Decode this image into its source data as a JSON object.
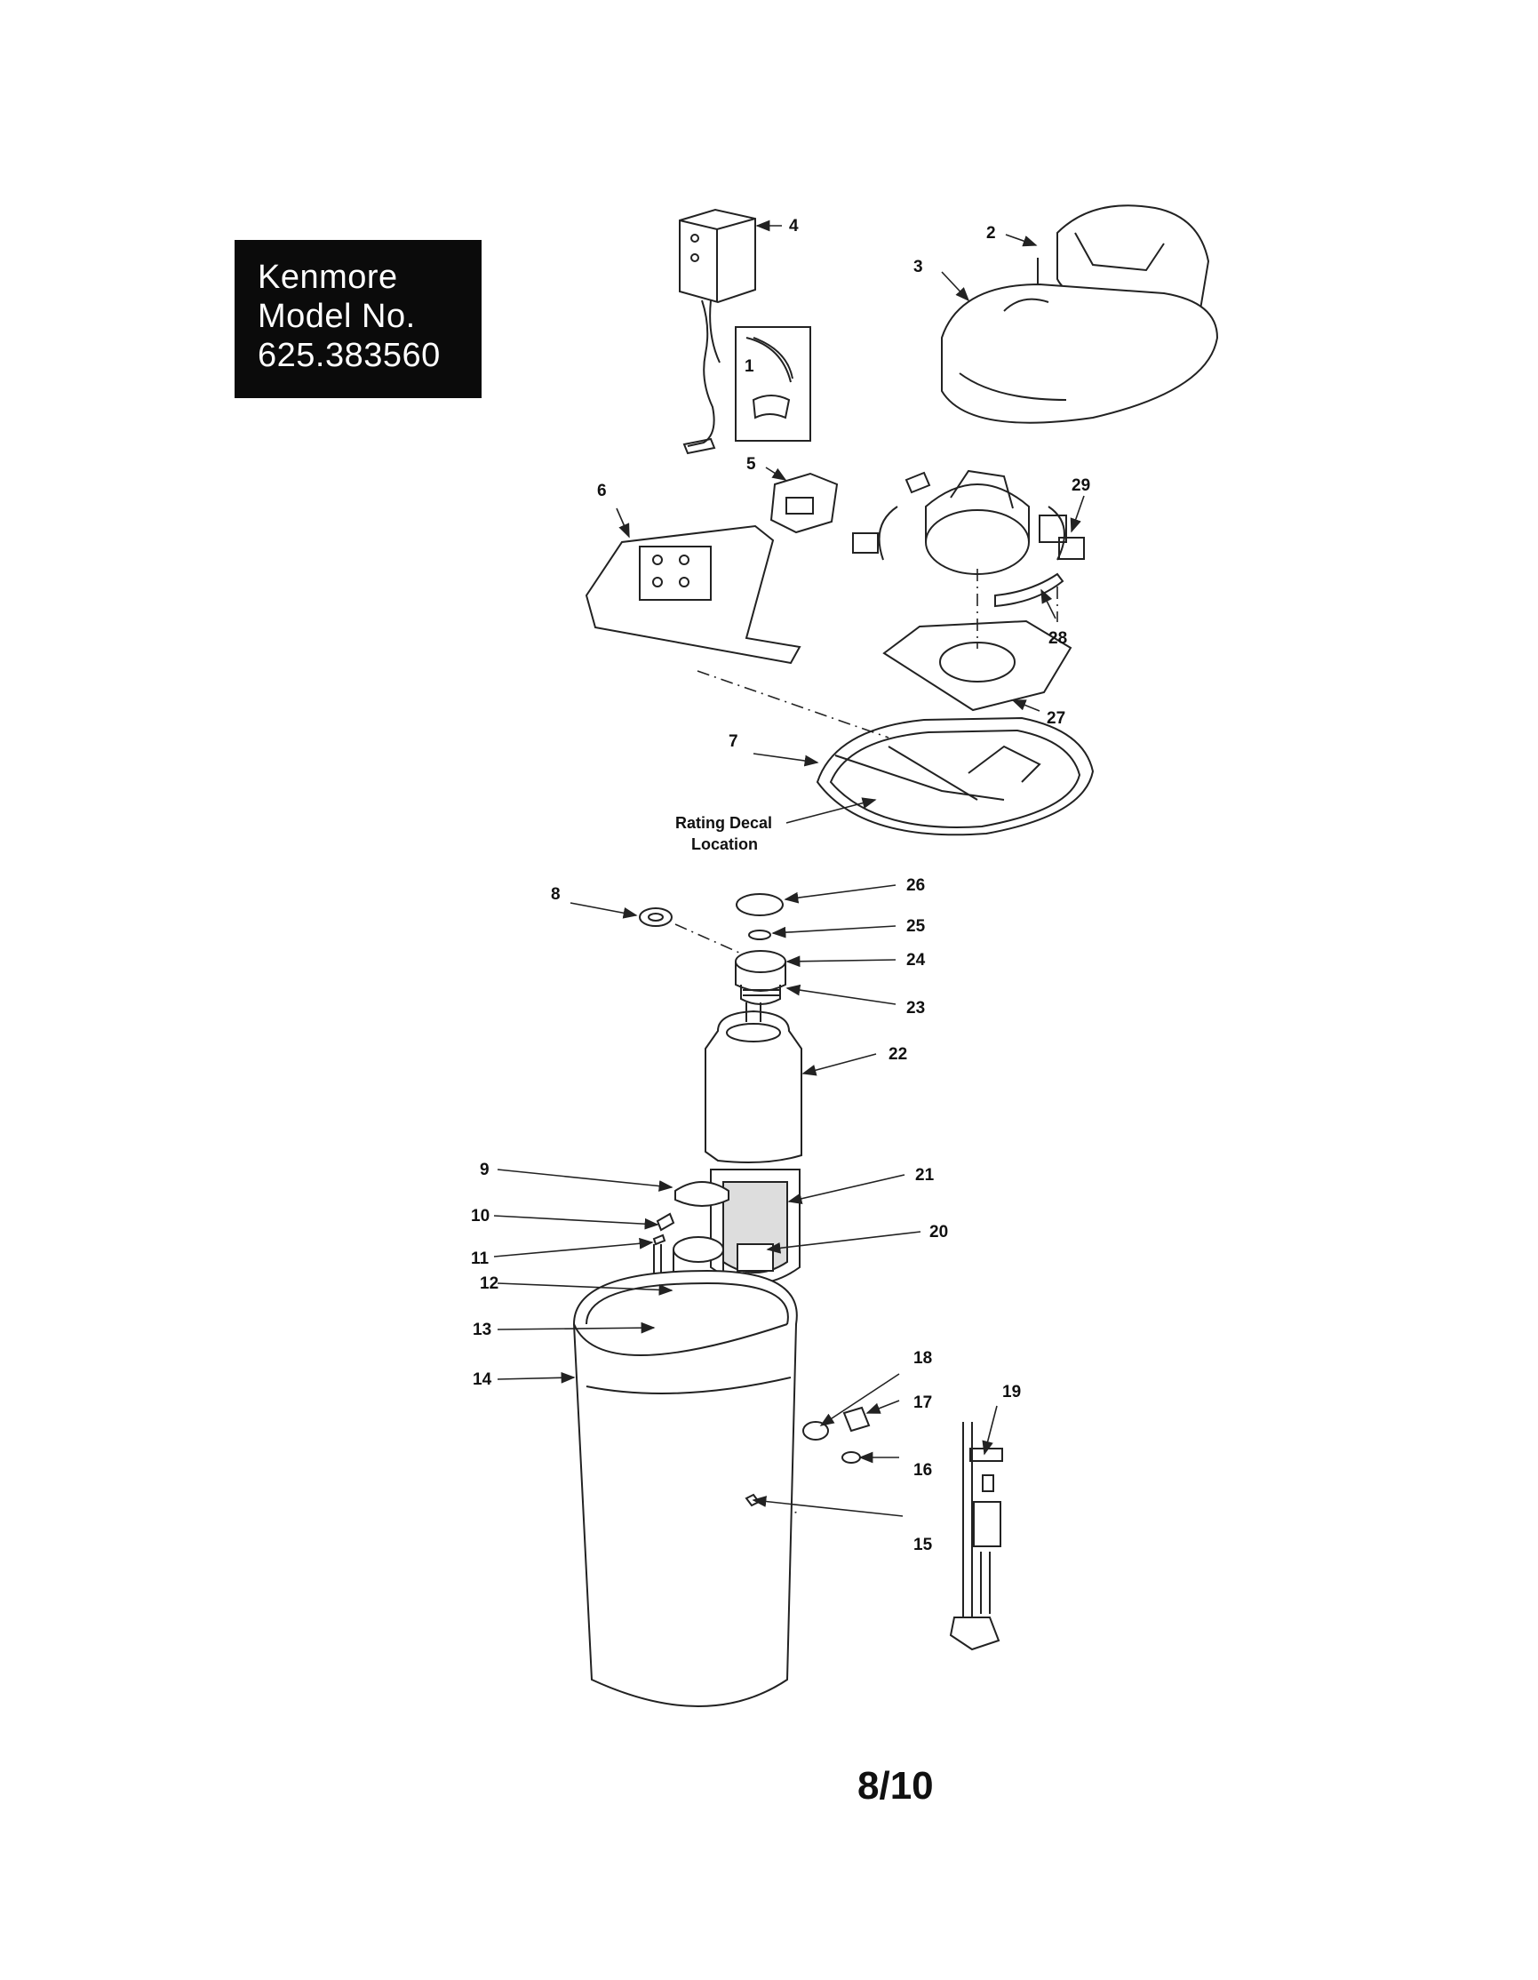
{
  "title_block": {
    "brand": "Kenmore",
    "model_label": "Model No.",
    "model_number": "625.383560"
  },
  "callouts": [
    "1",
    "2",
    "3",
    "4",
    "5",
    "6",
    "7",
    "8",
    "9",
    "10",
    "11",
    "12",
    "13",
    "14",
    "15",
    "16",
    "17",
    "18",
    "19",
    "20",
    "21",
    "22",
    "23",
    "24",
    "25",
    "26",
    "27",
    "28",
    "29"
  ],
  "annotation": {
    "line1": "Rating Decal",
    "line2": "Location"
  },
  "page_number": "8/10"
}
